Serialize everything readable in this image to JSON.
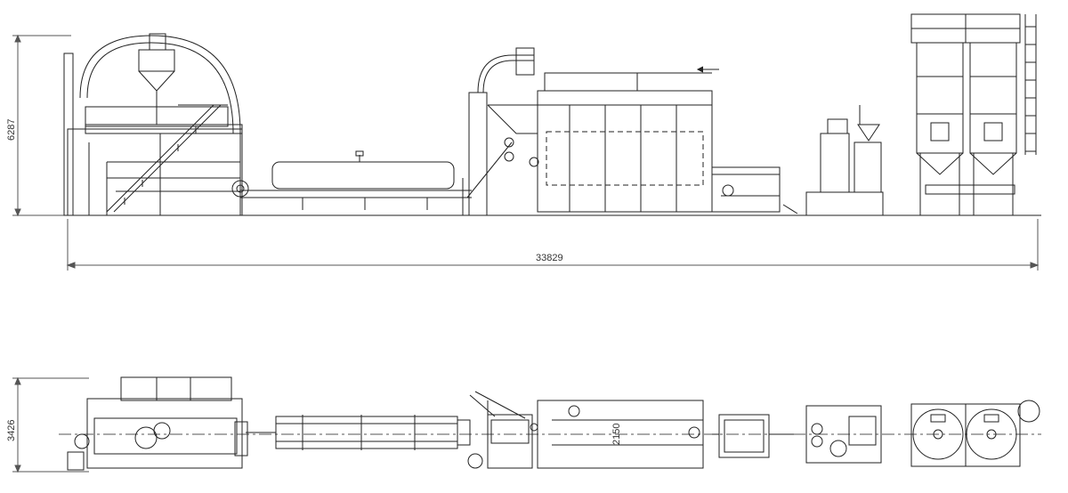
{
  "drawing": {
    "colors": {
      "line": "#222222",
      "dim": "#555555",
      "paper": "#ffffff"
    },
    "dimensions": {
      "total_length": "33829",
      "elevation_height": "6287",
      "plan_width": "3426",
      "plan_inner": "2150"
    }
  }
}
